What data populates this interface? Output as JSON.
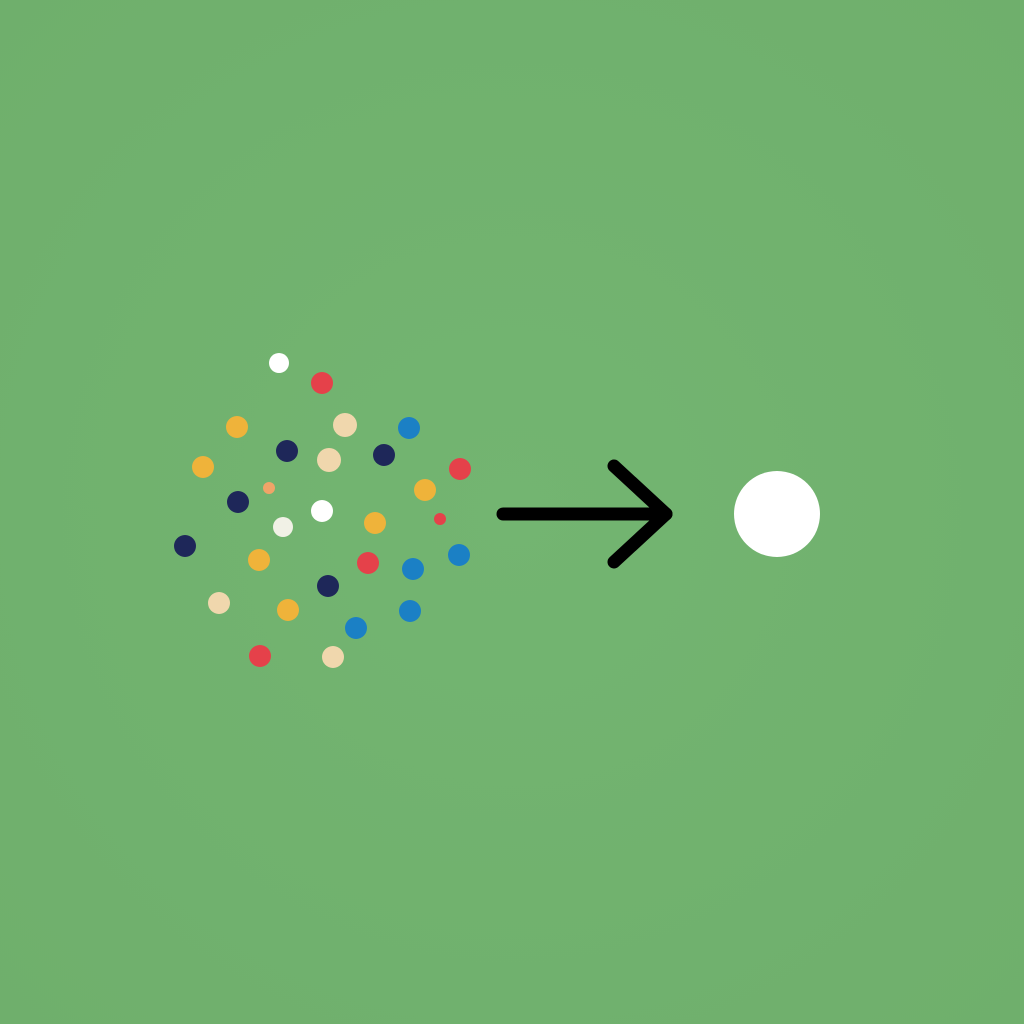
{
  "colors": {
    "background": "#70b16e",
    "arrow": "#000000",
    "result_circle": "#ffffff",
    "palette": {
      "white": "#ffffff",
      "cream": "#f1f1e6",
      "red": "#e5414a",
      "yellow": "#efb33a",
      "tan": "#f0d7ad",
      "navy": "#1e2759",
      "blue": "#1b80c5",
      "orange": "#f0a468"
    }
  },
  "scattered_dots": [
    {
      "color": "white"
    },
    {
      "color": "red"
    },
    {
      "color": "yellow"
    },
    {
      "color": "tan"
    },
    {
      "color": "blue"
    },
    {
      "color": "navy"
    },
    {
      "color": "tan"
    },
    {
      "color": "navy"
    },
    {
      "color": "yellow"
    },
    {
      "color": "red"
    },
    {
      "color": "orange"
    },
    {
      "color": "navy"
    },
    {
      "color": "yellow"
    },
    {
      "color": "white"
    },
    {
      "color": "red"
    },
    {
      "color": "cream"
    },
    {
      "color": "yellow"
    },
    {
      "color": "navy"
    },
    {
      "color": "yellow"
    },
    {
      "color": "blue"
    },
    {
      "color": "red"
    },
    {
      "color": "blue"
    },
    {
      "color": "navy"
    },
    {
      "color": "tan"
    },
    {
      "color": "yellow"
    },
    {
      "color": "blue"
    },
    {
      "color": "blue"
    },
    {
      "color": "red"
    },
    {
      "color": "tan"
    }
  ],
  "icons": {
    "arrow": "right-arrow-icon",
    "result": "white-circle"
  }
}
